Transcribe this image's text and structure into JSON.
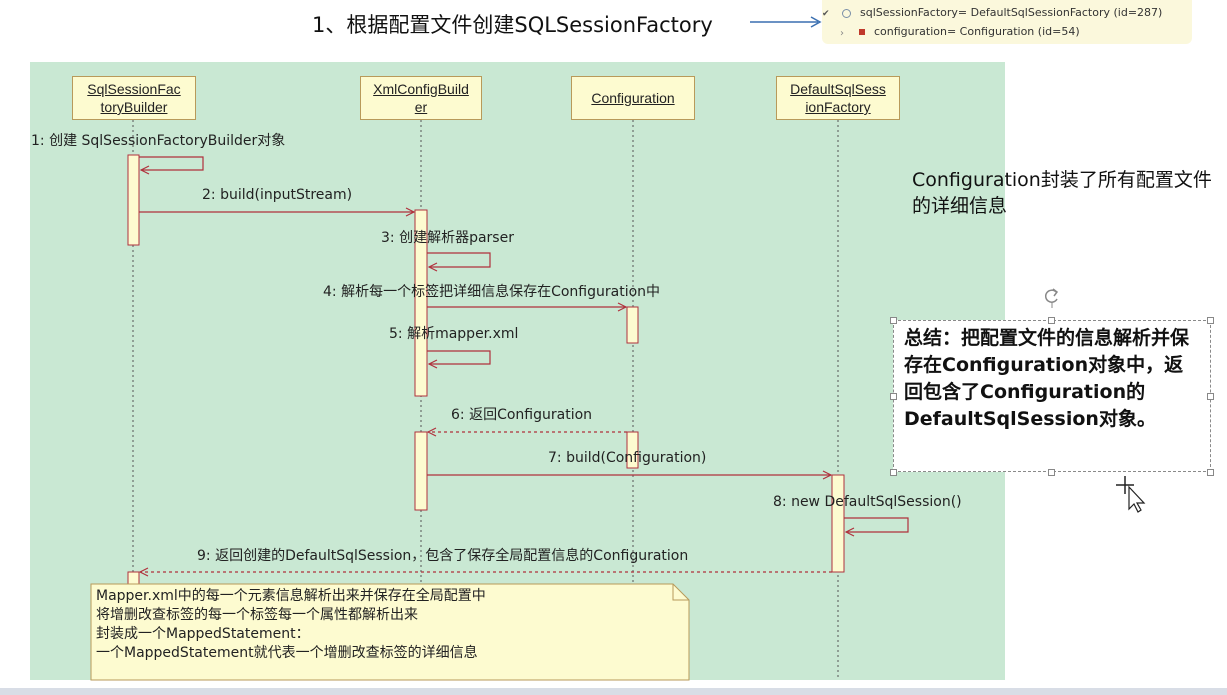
{
  "title": "1、根据配置文件创建SQLSessionFactory",
  "debug_panel": {
    "row1": "sqlSessionFactory= DefaultSqlSessionFactory  (id=287)",
    "row2": "configuration= Configuration  (id=54)"
  },
  "lifelines": [
    {
      "line1": "SqlSessionFac",
      "line2": "toryBuilder"
    },
    {
      "line1": "XmlConfigBuild",
      "line2": "er"
    },
    {
      "line1": "Configuration",
      "line2": ""
    },
    {
      "line1": "DefaultSqlSess",
      "line2": "ionFactory"
    }
  ],
  "messages": [
    "1: 创建 SqlSessionFactoryBuilder对象",
    "2: build(inputStream)",
    "3: 创建解析器parser",
    "4: 解析每一个标签把详细信息保存在Configuration中",
    "5: 解析mapper.xml",
    "6: 返回Configuration",
    "7: build(Configuration)",
    "8: new DefaultSqlSession()",
    "9: 返回创建的DefaultSqlSession，包含了保存全局配置信息的Configuration"
  ],
  "side_note": "Configuration封装了所有配置文件的详细信息",
  "summary": "总结：把配置文件的信息解析并保存在Configuration对象中，返回包含了Configuration的DefaultSqlSession对象。",
  "note_lines": [
    "Mapper.xml中的每一个元素信息解析出来并保存在全局配置中",
    "将增删改查标签的每一个标签每一个属性都解析出来",
    "封装成一个MappedStatement：",
    "一个MappedStatement就代表一个增删改查标签的详细信息"
  ],
  "colors": {
    "canvas": "#c9e8d3",
    "lifeline_box": "#fdfbd0",
    "message_line": "#b0303c",
    "note_bg": "#fdfbd0"
  }
}
